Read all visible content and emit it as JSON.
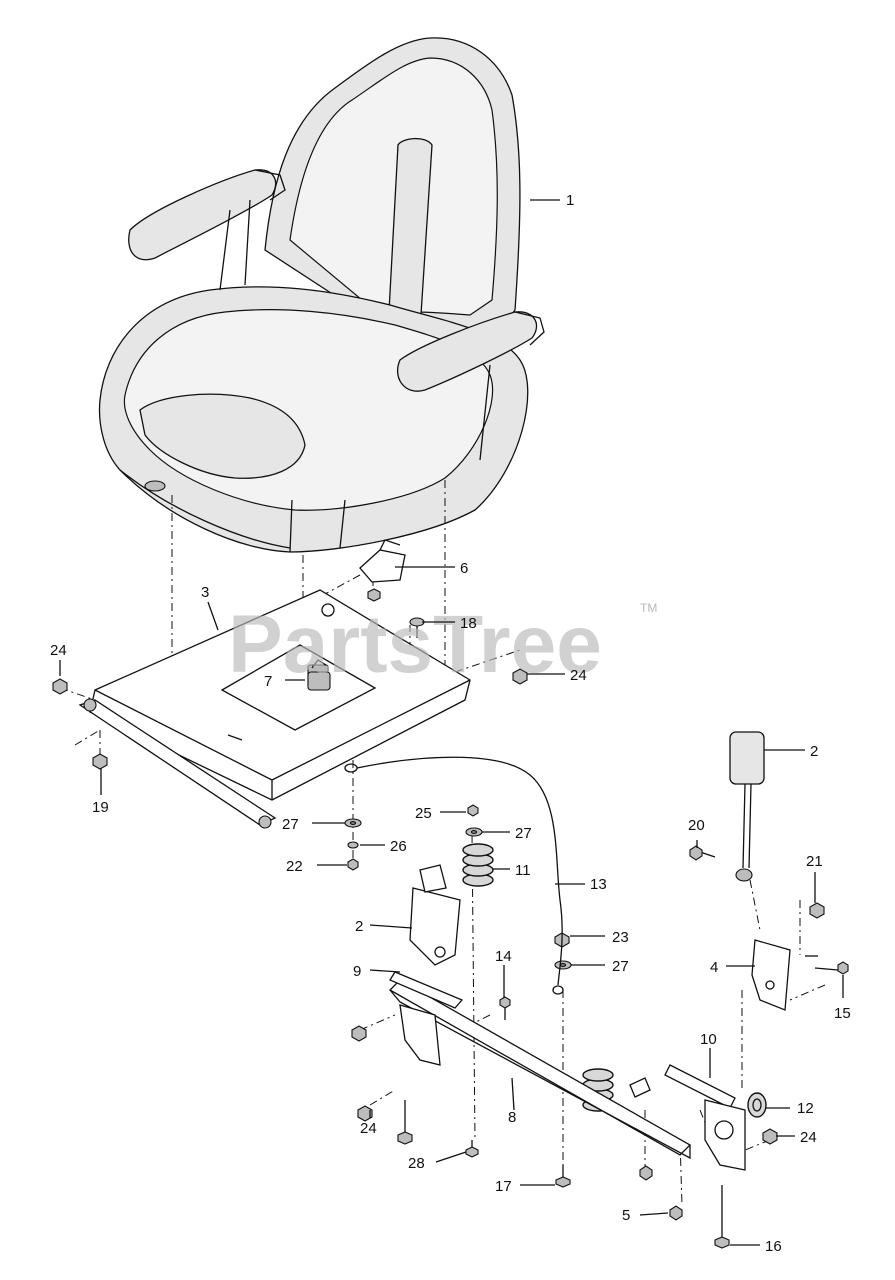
{
  "watermark": {
    "text": "PartsTree",
    "tm": "TM"
  },
  "callouts": [
    {
      "id": "c1",
      "label": "1"
    },
    {
      "id": "c2a",
      "label": "2"
    },
    {
      "id": "c2b",
      "label": "2"
    },
    {
      "id": "c3",
      "label": "3"
    },
    {
      "id": "c4",
      "label": "4"
    },
    {
      "id": "c5",
      "label": "5"
    },
    {
      "id": "c6",
      "label": "6"
    },
    {
      "id": "c7",
      "label": "7"
    },
    {
      "id": "c8",
      "label": "8"
    },
    {
      "id": "c9",
      "label": "9"
    },
    {
      "id": "c10",
      "label": "10"
    },
    {
      "id": "c11",
      "label": "11"
    },
    {
      "id": "c12",
      "label": "12"
    },
    {
      "id": "c13",
      "label": "13"
    },
    {
      "id": "c14",
      "label": "14"
    },
    {
      "id": "c15",
      "label": "15"
    },
    {
      "id": "c16",
      "label": "16"
    },
    {
      "id": "c17",
      "label": "17"
    },
    {
      "id": "c18",
      "label": "18"
    },
    {
      "id": "c19",
      "label": "19"
    },
    {
      "id": "c20",
      "label": "20"
    },
    {
      "id": "c21",
      "label": "21"
    },
    {
      "id": "c22",
      "label": "22"
    },
    {
      "id": "c23",
      "label": "23"
    },
    {
      "id": "c24a",
      "label": "24"
    },
    {
      "id": "c24b",
      "label": "24"
    },
    {
      "id": "c24c",
      "label": "24"
    },
    {
      "id": "c24d",
      "label": "24"
    },
    {
      "id": "c25",
      "label": "25"
    },
    {
      "id": "c26",
      "label": "26"
    },
    {
      "id": "c27a",
      "label": "27"
    },
    {
      "id": "c27b",
      "label": "27"
    },
    {
      "id": "c27c",
      "label": "27"
    },
    {
      "id": "c28",
      "label": "28"
    }
  ]
}
